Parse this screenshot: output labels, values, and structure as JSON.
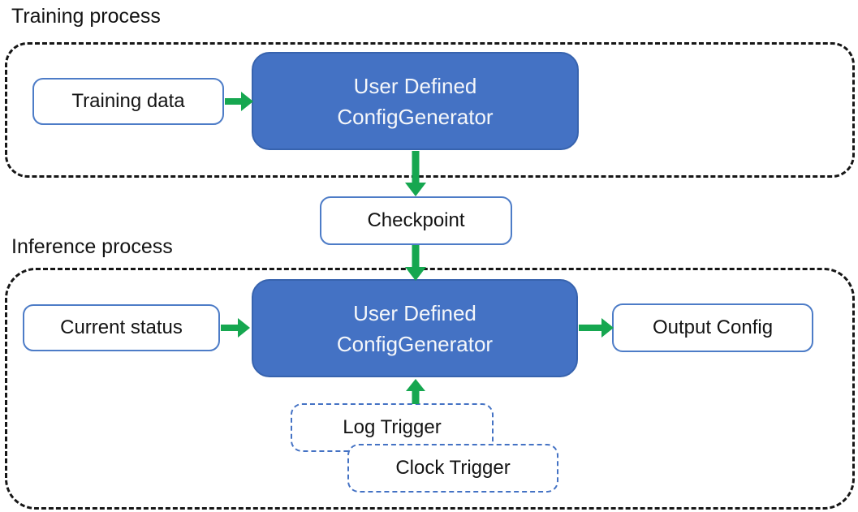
{
  "diagram": {
    "training": {
      "label": "Training process",
      "input_box": "Training data",
      "generator": {
        "line1": "User Defined",
        "line2": "ConfigGenerator"
      }
    },
    "checkpoint": {
      "label": "Checkpoint"
    },
    "inference": {
      "label": "Inference process",
      "input_box": "Current status",
      "generator": {
        "line1": "User Defined",
        "line2": "ConfigGenerator"
      },
      "output_box": "Output Config",
      "triggers": {
        "log": "Log Trigger",
        "clock": "Clock Trigger"
      }
    },
    "colors": {
      "generator_fill": "#4472C4",
      "generator_border": "#3763AE",
      "node_border": "#4D7CC7",
      "trigger_border": "#4472C4",
      "arrow_green": "#16A750",
      "container_dash": "#161616",
      "text_dark": "#141414",
      "text_light": "#F5F7FA"
    }
  }
}
